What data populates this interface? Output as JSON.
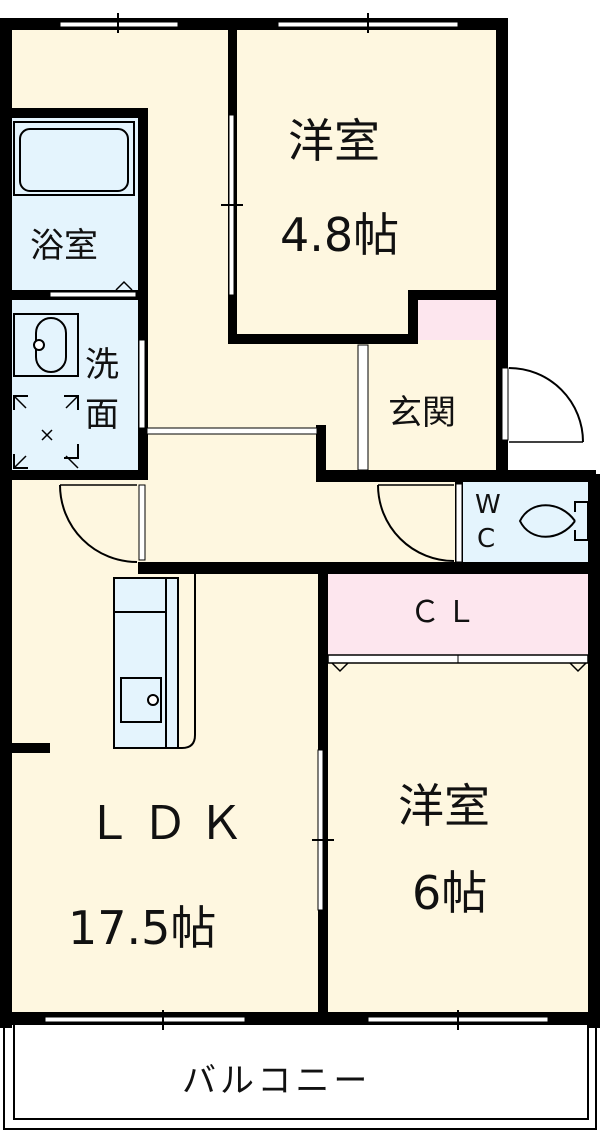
{
  "floor_plan": {
    "colors": {
      "wall": "#000000",
      "room_floor": "#fef7e0",
      "wet_area": "#e4f4fd",
      "storage": "#fde6ee",
      "balcony": "#ffffff"
    },
    "rooms": [
      {
        "id": "western-room-1",
        "name": "洋室",
        "size": "4.8帖"
      },
      {
        "id": "bathroom",
        "name": "浴室"
      },
      {
        "id": "washroom",
        "name_line1": "洗",
        "name_line2": "面"
      },
      {
        "id": "entrance",
        "name": "玄関"
      },
      {
        "id": "toilet",
        "name_line1": "W",
        "name_line2": "C"
      },
      {
        "id": "closet",
        "name": "ＣＬ"
      },
      {
        "id": "ldk",
        "name": "ＬＤＫ",
        "size": "17.5帖"
      },
      {
        "id": "western-room-2",
        "name": "洋室",
        "size": "6帖"
      },
      {
        "id": "balcony",
        "name": "バルコニー"
      }
    ]
  }
}
